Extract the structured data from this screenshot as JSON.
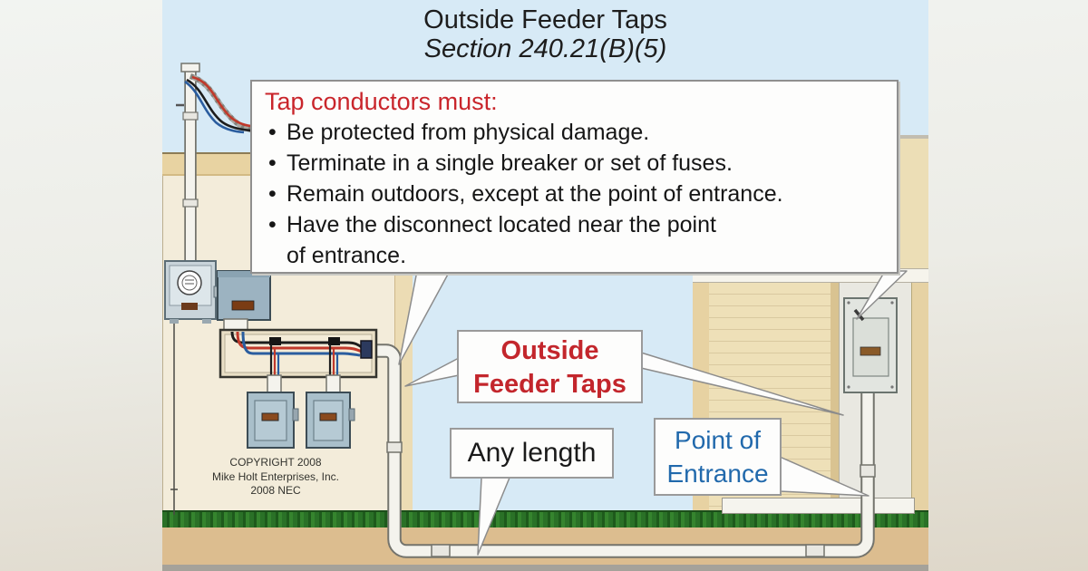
{
  "title": {
    "line1": "Outside Feeder Taps",
    "line2": "Section 240.21(B)(5)"
  },
  "rules_callout": {
    "heading": "Tap conductors must:",
    "bullets": [
      "Be protected from physical damage.",
      "Terminate in a single breaker or set of fuses.",
      "Remain outdoors, except at the point of entrance.",
      "Have the disconnect located near the point\nof entrance."
    ]
  },
  "labels": {
    "outside_feeder_taps": {
      "line1": "Outside",
      "line2": "Feeder Taps"
    },
    "any_length": "Any length",
    "point_of_entrance": {
      "line1": "Point of",
      "line2": "Entrance"
    }
  },
  "copyright": {
    "line1": "COPYRIGHT 2008",
    "line2": "Mike Holt Enterprises, Inc.",
    "line3": "2008 NEC"
  },
  "colors": {
    "sky": "#d7eaf6",
    "red_text": "#c3262c",
    "blue_text": "#2169ac",
    "wall_cream": "#f3ecda",
    "trim_tan": "#e8d3a2",
    "siding_tan": "#eee0b8",
    "grass_green": "#2a7127",
    "dirt_tan": "#dcbd8f",
    "panel_gray_blue": "#a9bfca",
    "conduit_white": "#f4f3ed",
    "wire_black": "#1d1d1d",
    "wire_red": "#c0392b",
    "wire_blue": "#2a5d9f"
  }
}
